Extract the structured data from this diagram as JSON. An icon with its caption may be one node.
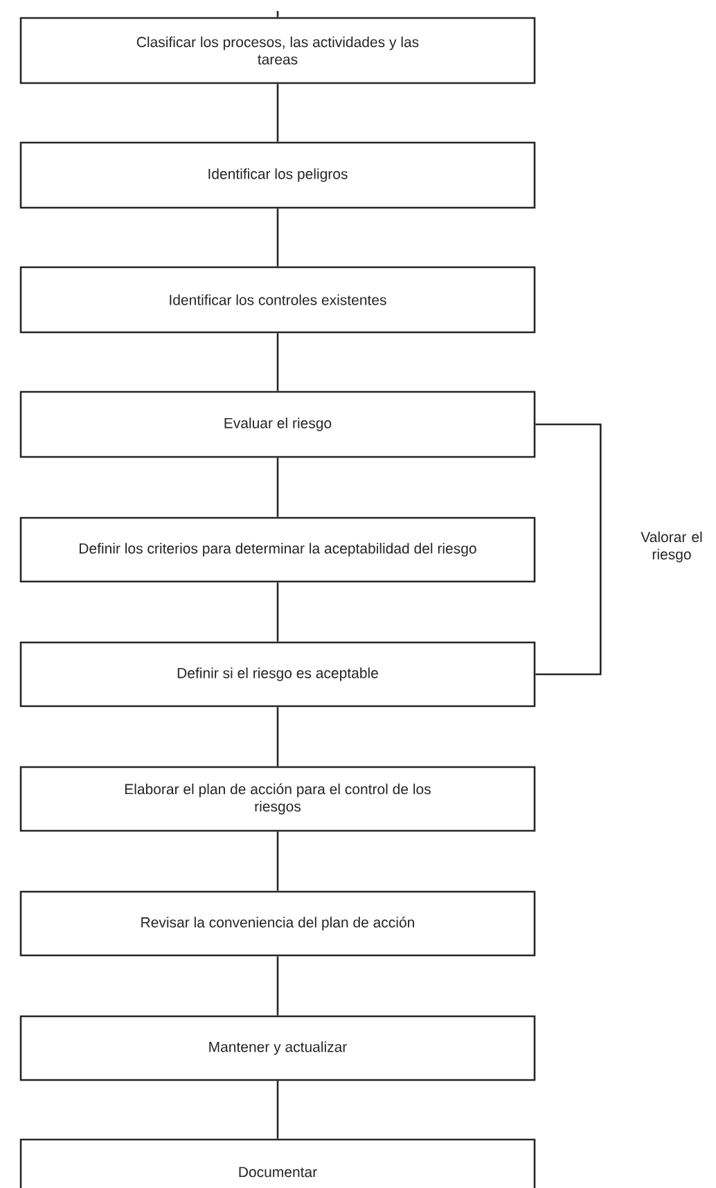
{
  "diagram": {
    "nodes": [
      {
        "text": [
          "Clasificar los procesos, las actividades y las tareas"
        ]
      },
      {
        "text": [
          "Identificar los peligros"
        ]
      },
      {
        "text": [
          "Identificar los controles existentes"
        ]
      },
      {
        "text": [
          "Evaluar el riesgo"
        ]
      },
      {
        "text": [
          "Definir los criterios para determinar la aceptabilidad del riesgo"
        ]
      },
      {
        "text": [
          "Definir si el riesgo es aceptable"
        ]
      },
      {
        "text": [
          "Elaborar el plan de acción para el control de los riesgos"
        ]
      },
      {
        "text": [
          "Revisar la conveniencia del plan de acción"
        ]
      },
      {
        "text": [
          "Mantener y actualizar"
        ]
      },
      {
        "text": [
          "Documentar"
        ]
      }
    ],
    "edges": [
      {
        "from": null,
        "to": 0,
        "arrow": "none"
      },
      {
        "from": 0,
        "to": 1,
        "arrow": "none"
      },
      {
        "from": 1,
        "to": 2,
        "arrow": "none"
      },
      {
        "from": 2,
        "to": 3,
        "arrow": "none"
      },
      {
        "from": 3,
        "to": 4,
        "arrow": "none"
      },
      {
        "from": 4,
        "to": 5,
        "arrow": "none"
      },
      {
        "from": 5,
        "to": 6,
        "arrow": "none"
      },
      {
        "from": 6,
        "to": 7,
        "arrow": "none"
      },
      {
        "from": 7,
        "to": 8,
        "arrow": "none"
      },
      {
        "from": 8,
        "to": 9,
        "arrow": "none"
      },
      {
        "from": 3,
        "to": 5,
        "arrow": "none"
      }
    ],
    "labels": [
      "Valorar el riesgo"
    ]
  }
}
